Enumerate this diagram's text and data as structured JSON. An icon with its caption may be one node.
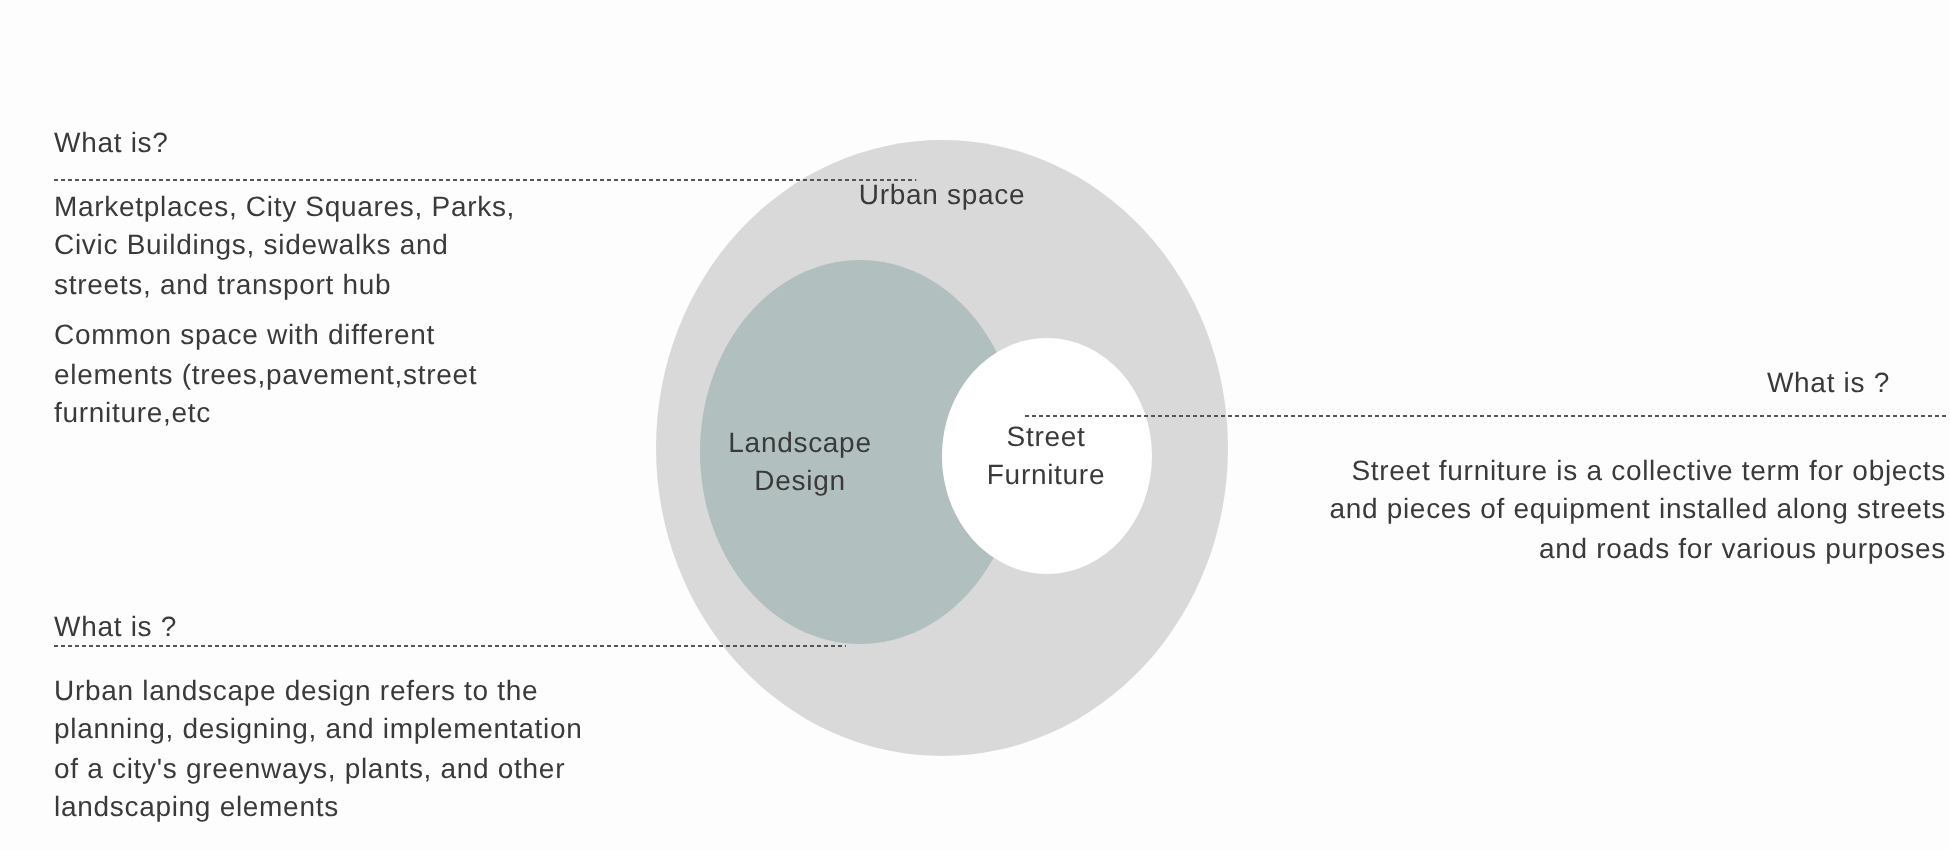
{
  "diagram": {
    "nodes": [
      {
        "text": [
          "Urban space"
        ]
      },
      {
        "text": [
          "Landscape Design"
        ],
        "in": 0
      },
      {
        "text": [
          "Street Furniture"
        ],
        "in": 0
      },
      {
        "text": [
          "What is?",
          "Marketplaces, City Squares, Parks, Civic Buildings, sidewalks and streets, and transport hub",
          "Common space with different elements (trees,pavement,street furniture,etc"
        ]
      },
      {
        "text": [
          "What is ?",
          "Urban landscape design refers to the planning, designing, and implementation of a city's greenways, plants, and other landscaping elements"
        ]
      },
      {
        "text": [
          "What is ?",
          "Street furniture is a collective term for objects and pieces of equipment installed along streets and roads for various purposes"
        ]
      }
    ],
    "edges": [
      {
        "from": 3,
        "to": 0,
        "arrow": "none",
        "style": "dashed"
      },
      {
        "from": 4,
        "to": 1,
        "arrow": "none",
        "style": "dashed"
      },
      {
        "from": 5,
        "to": 2,
        "arrow": "none",
        "style": "dashed"
      }
    ]
  }
}
